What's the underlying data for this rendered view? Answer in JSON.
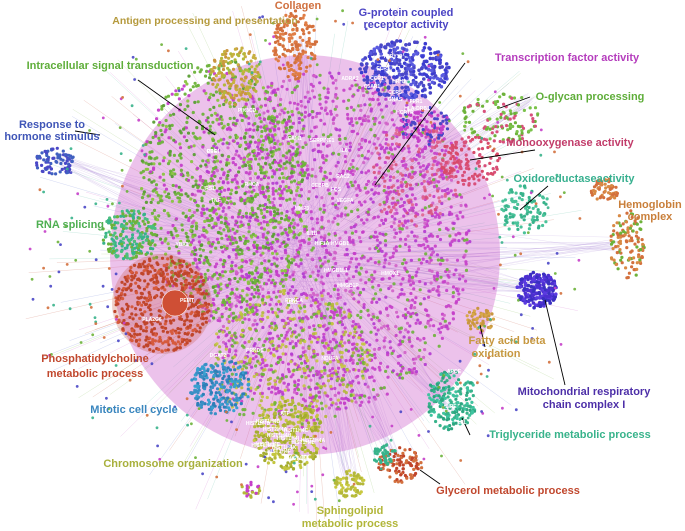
{
  "colors": {
    "magenta": "#c53fc9",
    "green": "#6db23a",
    "blue": "#4a47c7",
    "darkred": "#c0452b",
    "orange": "#d3703d",
    "teal": "#38b38b",
    "olive": "#b4b83a",
    "cyan": "#3a8fc5",
    "tan": "#c99640",
    "pink": "#d8507b"
  },
  "modules": [
    {
      "id": "antigen",
      "text": "Antigen processing and presentation",
      "color": "#b59a3d"
    },
    {
      "id": "collagen",
      "text": "Collagen",
      "color": "#d0703f"
    },
    {
      "id": "gpcr1",
      "text": "G-protein coupled",
      "color": "#4b44c4"
    },
    {
      "id": "gpcr2",
      "text": "receptor activity",
      "color": "#4b44c4"
    },
    {
      "id": "intra",
      "text": "Intracellular signal transduction",
      "color": "#5fae3a"
    },
    {
      "id": "tfa",
      "text": "Transcription factor activity",
      "color": "#b53dbd"
    },
    {
      "id": "oglycan",
      "text": "O-glycan processing",
      "color": "#5fae3a"
    },
    {
      "id": "hormone1",
      "text": "Response to",
      "color": "#3f55b7"
    },
    {
      "id": "hormone2",
      "text": "hormone stimulus",
      "color": "#3f55b7"
    },
    {
      "id": "mono",
      "text": "Monooxygenase activity",
      "color": "#c23c6a"
    },
    {
      "id": "oxido",
      "text": "Oxidoreductaseactivity",
      "color": "#37b08f"
    },
    {
      "id": "hemo1",
      "text": "Hemoglobin",
      "color": "#c97f3a"
    },
    {
      "id": "hemo2",
      "text": "complex",
      "color": "#c97f3a"
    },
    {
      "id": "rna",
      "text": "RNA splicing",
      "color": "#4faf52"
    },
    {
      "id": "pc1",
      "text": "Phosphatidylcholine",
      "color": "#c1482e"
    },
    {
      "id": "pc2",
      "text": "metabolic process",
      "color": "#c1482e"
    },
    {
      "id": "fab1",
      "text": "Fatty acid beta",
      "color": "#c79840"
    },
    {
      "id": "fab2",
      "text": "oxidation",
      "color": "#c79840"
    },
    {
      "id": "mito1",
      "text": "Mitochondrial respiratory",
      "color": "#4d2fa8"
    },
    {
      "id": "mito2",
      "text": "chain complex I",
      "color": "#4d2fa8"
    },
    {
      "id": "mitotic",
      "text": "Mitotic cell cycle",
      "color": "#3a86bf"
    },
    {
      "id": "trig",
      "text": "Triglyceride metabolic process",
      "color": "#38b38b"
    },
    {
      "id": "chrom",
      "text": "Chromosome organization",
      "color": "#a8b03c"
    },
    {
      "id": "glycerol",
      "text": "Glycerol metabolic process",
      "color": "#c1482e"
    },
    {
      "id": "sphingo1",
      "text": "Sphingolipid",
      "color": "#b2b63a"
    },
    {
      "id": "sphingo2",
      "text": "metabolic process",
      "color": "#b2b63a"
    }
  ],
  "genes": [
    "CCR3",
    "P2RY13",
    "CCR1",
    "C5AR1",
    "CCR5",
    "FPR1",
    "HCRTR",
    "HLA-DRB1",
    "GNAS",
    "HRH2",
    "ADRA2",
    "PIK3CD",
    "CD44",
    "PRE",
    "ICAM1",
    "SERPINE1",
    "IL6",
    "FOS",
    "VEGFA",
    "CEBPB",
    "RAC2",
    "RS1",
    "RHOA",
    "TNF",
    "MMP3",
    "IL1B",
    "HIF1A",
    "YBX1",
    "HMGB1",
    "HMOX1",
    "HMGB1L1",
    "HMGB1P",
    "PRKCA",
    "PEMT",
    "PLA2G6",
    "UBC",
    "PRKDC",
    "NDUFA",
    "APOE",
    "LIPE",
    "LPL",
    "DGAT2",
    "ATF",
    "HIST1H4D",
    "HIST1H4B",
    "HIST2H4A",
    "HIST1H4C",
    "HIST1H4H",
    "HIST1H4I",
    "HIST1H4L",
    "HIST1H4A",
    "HIST1H4E",
    "HIST1H4F",
    "HIST1H4J",
    "HIST1H4K",
    "HIST4H4"
  ]
}
